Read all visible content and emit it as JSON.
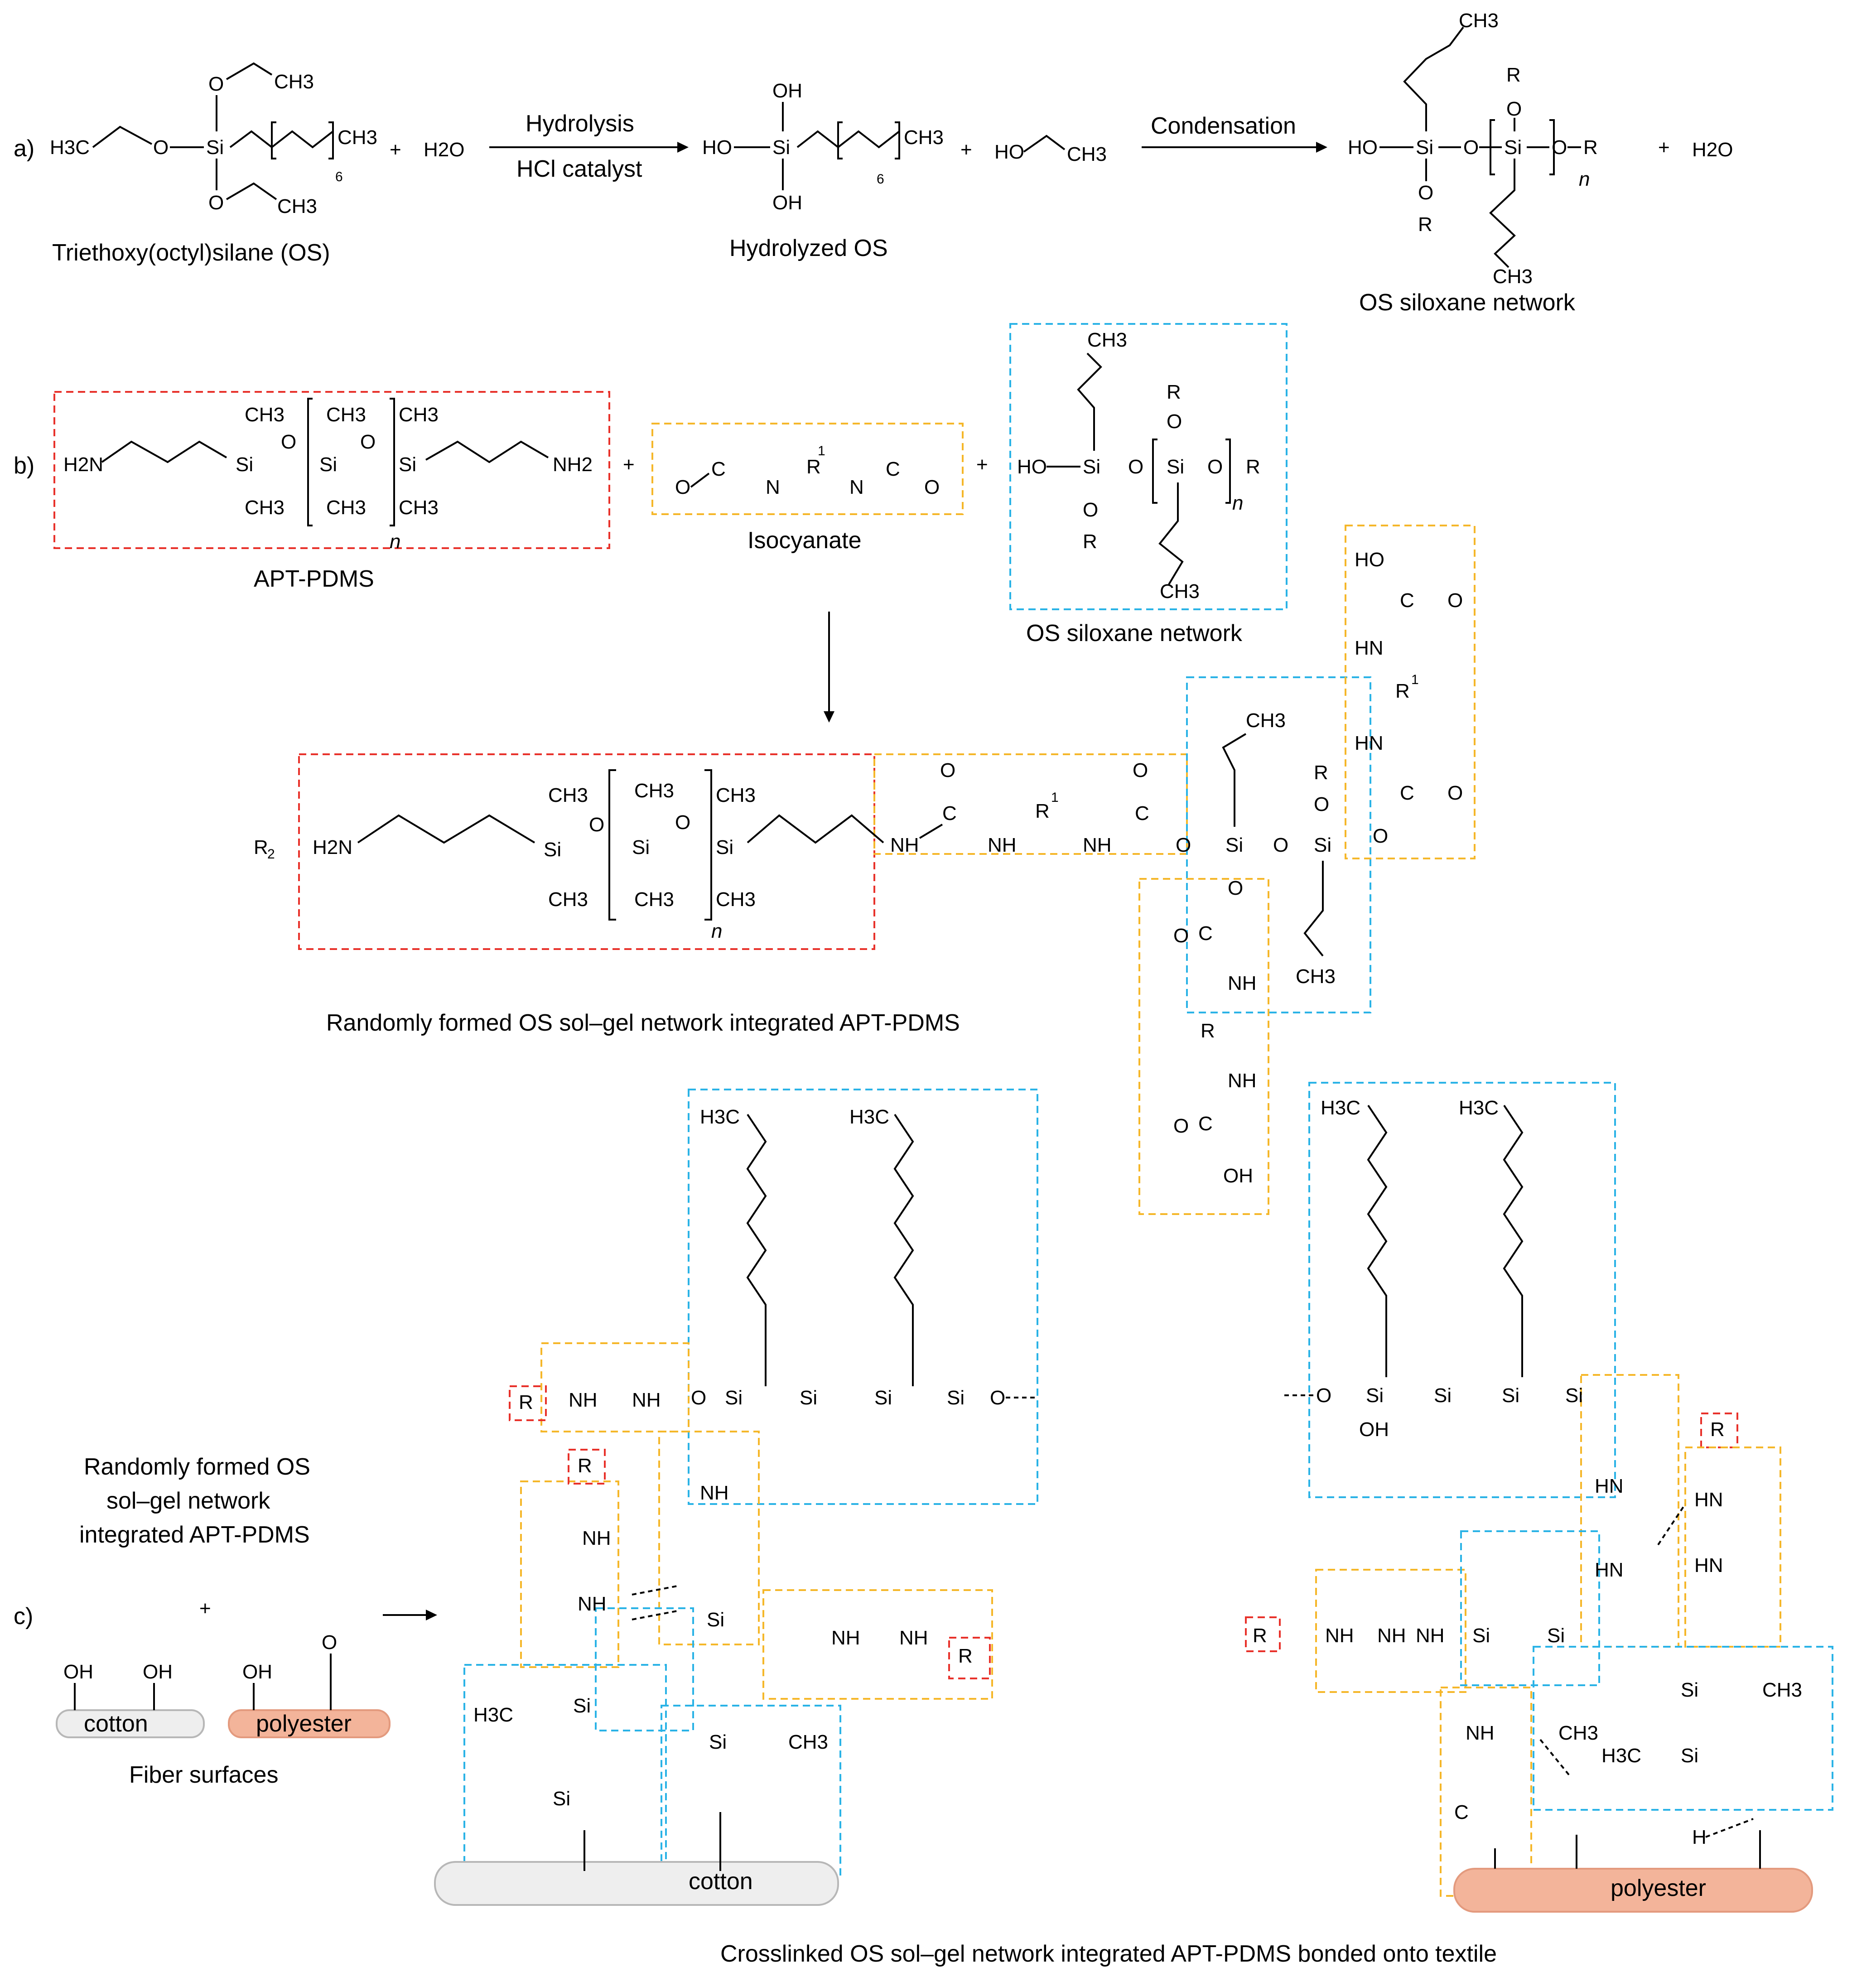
{
  "panels": {
    "a": "a)",
    "b": "b)",
    "c": "c)"
  },
  "atoms": {
    "Si": "Si",
    "O": "O",
    "OH": "OH",
    "HO": "HO",
    "H3C": "H3C",
    "CH3": "CH3",
    "H2O": "H2O",
    "H2N": "H2N",
    "NH2": "NH2",
    "NH": "NH",
    "HN": "HN",
    "N": "N",
    "C": "C",
    "R": "R",
    "R1": "R",
    "R1_sup": "1",
    "R2": "R",
    "R2_sub": "2",
    "H": "H",
    "plus": "+",
    "six": "6",
    "n": "n"
  },
  "section_a": {
    "reactant_label": "Triethoxy(octyl)silane (OS)",
    "step1_top": "Hydrolysis",
    "step1_bottom": "HCl catalyst",
    "intermediate_label": "Hydrolyzed OS",
    "step2_top": "Condensation",
    "product_label": "OS siloxane network"
  },
  "section_b": {
    "aptpdms_label": "APT-PDMS",
    "isocyanate_label": "Isocyanate",
    "os_network_label": "OS siloxane network",
    "product_caption": "Randomly formed OS sol–gel network integrated APT-PDMS"
  },
  "section_c": {
    "reagent_lines": [
      "Randomly formed OS",
      "sol–gel network",
      "integrated APT-PDMS"
    ],
    "fiber_cotton": "cotton",
    "fiber_polyester": "polyester",
    "fiber_label": "Fiber surfaces",
    "cotton_surface": "cotton",
    "polyester_surface": "polyester",
    "final_caption": "Crosslinked OS sol–gel network integrated APT-PDMS bonded onto textile"
  },
  "colors": {
    "pdms_box": "#e8322b",
    "isocyanate_box": "#f5b72a",
    "siloxane_box": "#2bb3e6",
    "cotton_fill": "#eeeeee",
    "polyester_fill": "#f3b49a"
  }
}
